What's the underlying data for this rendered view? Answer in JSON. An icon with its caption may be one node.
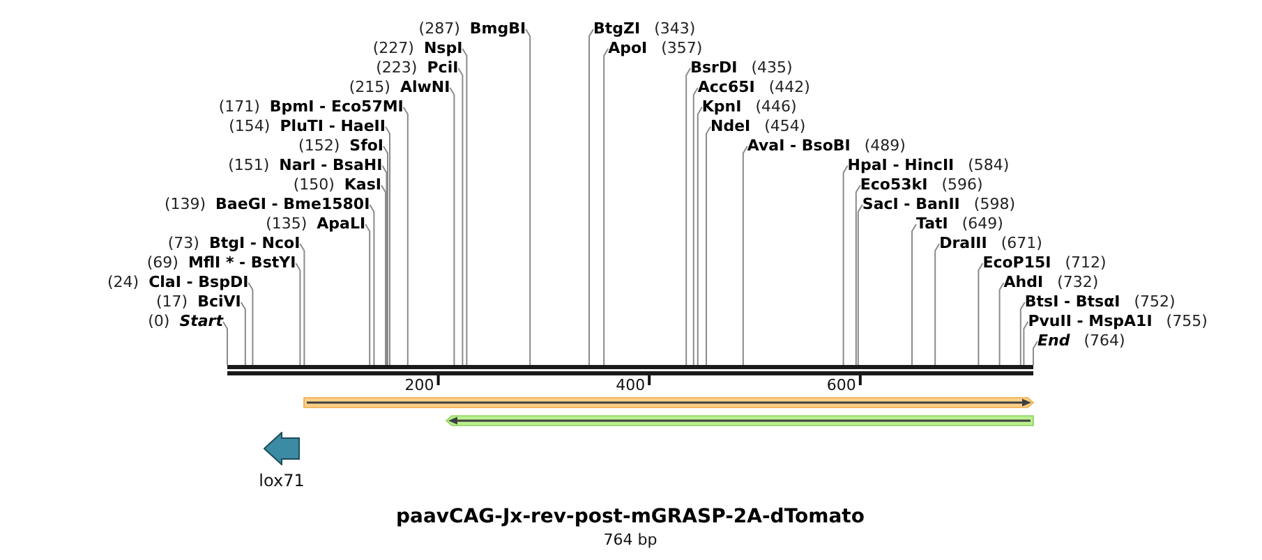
{
  "diagram": {
    "title": "paavCAG-Jx-rev-post-mGRASP-2A-dTomato",
    "caption": "764 bp",
    "nodes": [
      {
        "text": [
          "(0)",
          "Start"
        ]
      },
      {
        "text": [
          "(17)",
          "BciVI"
        ]
      },
      {
        "text": [
          "(24)",
          "ClaI - BspDI"
        ]
      },
      {
        "text": [
          "(69)",
          "MflI * - BstYI"
        ]
      },
      {
        "text": [
          "(73)",
          "BtgI - NcoI"
        ]
      },
      {
        "text": [
          "(135)",
          "ApaLI"
        ]
      },
      {
        "text": [
          "(139)",
          "BaeGI - Bme1580I"
        ]
      },
      {
        "text": [
          "(150)",
          "KasI"
        ]
      },
      {
        "text": [
          "(151)",
          "NarI - BsaHI"
        ]
      },
      {
        "text": [
          "(152)",
          "SfoI"
        ]
      },
      {
        "text": [
          "(154)",
          "PluTI - HaeII"
        ]
      },
      {
        "text": [
          "(171)",
          "BpmI - Eco57MI"
        ]
      },
      {
        "text": [
          "(215)",
          "AlwNI"
        ]
      },
      {
        "text": [
          "(223)",
          "PciI"
        ]
      },
      {
        "text": [
          "(227)",
          "NspI"
        ]
      },
      {
        "text": [
          "(287)",
          "BmgBI"
        ]
      },
      {
        "text": [
          "BtgZI",
          "(343)"
        ]
      },
      {
        "text": [
          "ApoI",
          "(357)"
        ]
      },
      {
        "text": [
          "BsrDI",
          "(435)"
        ]
      },
      {
        "text": [
          "Acc65I",
          "(442)"
        ]
      },
      {
        "text": [
          "KpnI",
          "(446)"
        ]
      },
      {
        "text": [
          "NdeI",
          "(454)"
        ]
      },
      {
        "text": [
          "AvaI - BsoBI",
          "(489)"
        ]
      },
      {
        "text": [
          "HpaI - HincII",
          "(584)"
        ]
      },
      {
        "text": [
          "Eco53kI",
          "(596)"
        ]
      },
      {
        "text": [
          "SacI - BanII",
          "(598)"
        ]
      },
      {
        "text": [
          "TatI",
          "(649)"
        ]
      },
      {
        "text": [
          "DraIII",
          "(671)"
        ]
      },
      {
        "text": [
          "EcoP15I",
          "(712)"
        ]
      },
      {
        "text": [
          "AhdI",
          "(732)"
        ]
      },
      {
        "text": [
          "BtsI - BtsαI",
          "(752)"
        ]
      },
      {
        "text": [
          "PvuII - MspA1I",
          "(755)"
        ]
      },
      {
        "text": [
          "End",
          "(764)"
        ]
      },
      {
        "text": [],
        "shape": "bar"
      },
      {
        "text": [],
        "shape": "arrow"
      },
      {
        "text": [],
        "shape": "arrow"
      },
      {
        "text": [
          "lox71"
        ]
      }
    ],
    "edges": [
      {
        "from": 0,
        "to": 33,
        "arrow": "none"
      },
      {
        "from": 1,
        "to": 33,
        "arrow": "none"
      },
      {
        "from": 2,
        "to": 33,
        "arrow": "none"
      },
      {
        "from": 3,
        "to": 33,
        "arrow": "none"
      },
      {
        "from": 4,
        "to": 33,
        "arrow": "none"
      },
      {
        "from": 5,
        "to": 33,
        "arrow": "none"
      },
      {
        "from": 6,
        "to": 33,
        "arrow": "none"
      },
      {
        "from": 7,
        "to": 33,
        "arrow": "none"
      },
      {
        "from": 8,
        "to": 33,
        "arrow": "none"
      },
      {
        "from": 9,
        "to": 33,
        "arrow": "none"
      },
      {
        "from": 10,
        "to": 33,
        "arrow": "none"
      },
      {
        "from": 11,
        "to": 33,
        "arrow": "none"
      },
      {
        "from": 12,
        "to": 33,
        "arrow": "none"
      },
      {
        "from": 13,
        "to": 33,
        "arrow": "none"
      },
      {
        "from": 14,
        "to": 33,
        "arrow": "none"
      },
      {
        "from": 15,
        "to": 33,
        "arrow": "none"
      },
      {
        "from": 16,
        "to": 33,
        "arrow": "none"
      },
      {
        "from": 17,
        "to": 33,
        "arrow": "none"
      },
      {
        "from": 18,
        "to": 33,
        "arrow": "none"
      },
      {
        "from": 19,
        "to": 33,
        "arrow": "none"
      },
      {
        "from": 20,
        "to": 33,
        "arrow": "none"
      },
      {
        "from": 21,
        "to": 33,
        "arrow": "none"
      },
      {
        "from": 22,
        "to": 33,
        "arrow": "none"
      },
      {
        "from": 23,
        "to": 33,
        "arrow": "none"
      },
      {
        "from": 24,
        "to": 33,
        "arrow": "none"
      },
      {
        "from": 25,
        "to": 33,
        "arrow": "none"
      },
      {
        "from": 26,
        "to": 33,
        "arrow": "none"
      },
      {
        "from": 27,
        "to": 33,
        "arrow": "none"
      },
      {
        "from": 28,
        "to": 33,
        "arrow": "none"
      },
      {
        "from": 29,
        "to": 33,
        "arrow": "none"
      },
      {
        "from": 30,
        "to": 33,
        "arrow": "none"
      },
      {
        "from": 31,
        "to": 33,
        "arrow": "none"
      },
      {
        "from": 32,
        "to": 33,
        "arrow": "none"
      }
    ],
    "labels": [
      "200",
      "400",
      "600"
    ]
  }
}
